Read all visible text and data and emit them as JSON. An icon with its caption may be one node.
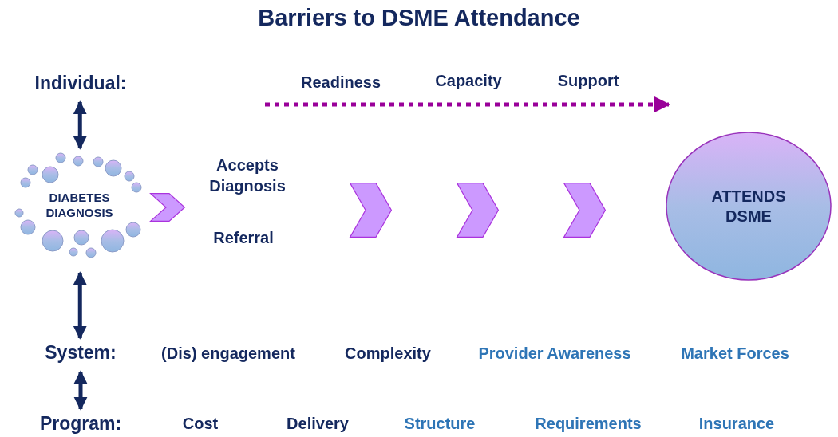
{
  "diagram": {
    "title": "Barriers to DSME Attendance",
    "nodes": [
      {
        "text": [
          "Individual:"
        ]
      },
      {
        "text": [
          "DIABETES DIAGNOSIS"
        ]
      },
      {
        "text": [
          "System:"
        ]
      },
      {
        "text": [
          "Program:"
        ]
      },
      {
        "text": [
          "Accepts Diagnosis"
        ]
      },
      {
        "text": [
          "Referral"
        ]
      },
      {
        "text": [
          "ATTENDS DSME"
        ]
      },
      {
        "text": [],
        "shape": "chevron"
      },
      {
        "text": [],
        "shape": "chevron"
      },
      {
        "text": [],
        "shape": "chevron"
      },
      {
        "text": [],
        "shape": "chevron"
      }
    ],
    "edges": [
      {
        "from": 0,
        "to": 1,
        "arrow": "both"
      },
      {
        "from": 1,
        "to": 2,
        "arrow": "both"
      },
      {
        "from": 2,
        "to": 3,
        "arrow": "both"
      }
    ],
    "labels": [
      "Readiness",
      "Capacity",
      "Support",
      "(Dis) engagement",
      "Complexity",
      "Provider Awareness",
      "Market Forces",
      "Cost",
      "Delivery",
      "Structure",
      "Requirements",
      "Insurance"
    ]
  }
}
